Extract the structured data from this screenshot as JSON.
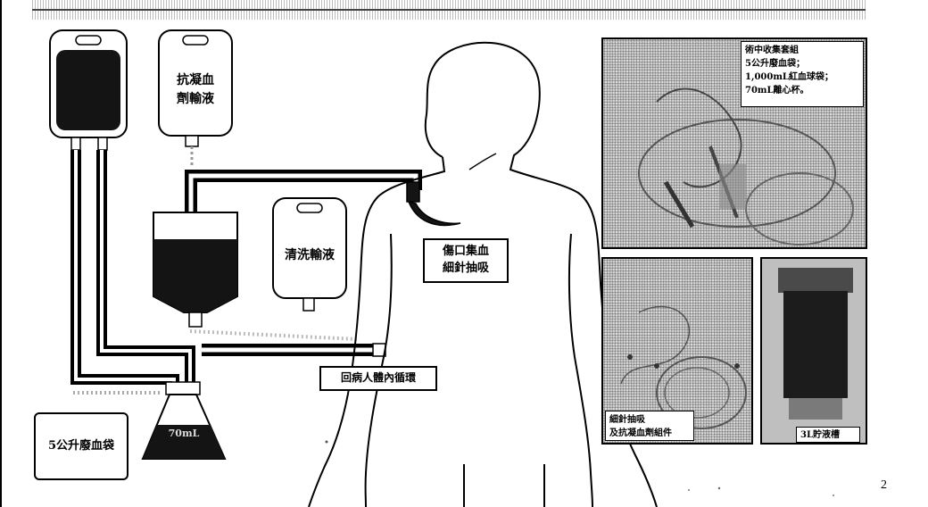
{
  "labels": {
    "anticoagulant_bag": "抗凝血\n劑輸液",
    "wash_bag": "清洗輸液",
    "wound_collection": "傷口集血\n細針抽吸",
    "return_to_body": "回病人體內循環",
    "waste_bag": "5公升廢血袋",
    "flask_label": "70mL"
  },
  "photos": [
    {
      "caption": "術中收集套組\n5公升廢血袋；\n1,000mL紅血球袋；\n70mL離心杯。"
    },
    {
      "caption": "細針抽吸\n及抗凝血劑組件"
    },
    {
      "caption": "3L貯液槽"
    }
  ],
  "page_number": "2",
  "colors": {
    "ink": "#000000",
    "blood": "#141414",
    "background": "#ffffff",
    "photo_gray": "#c9c9c9"
  }
}
